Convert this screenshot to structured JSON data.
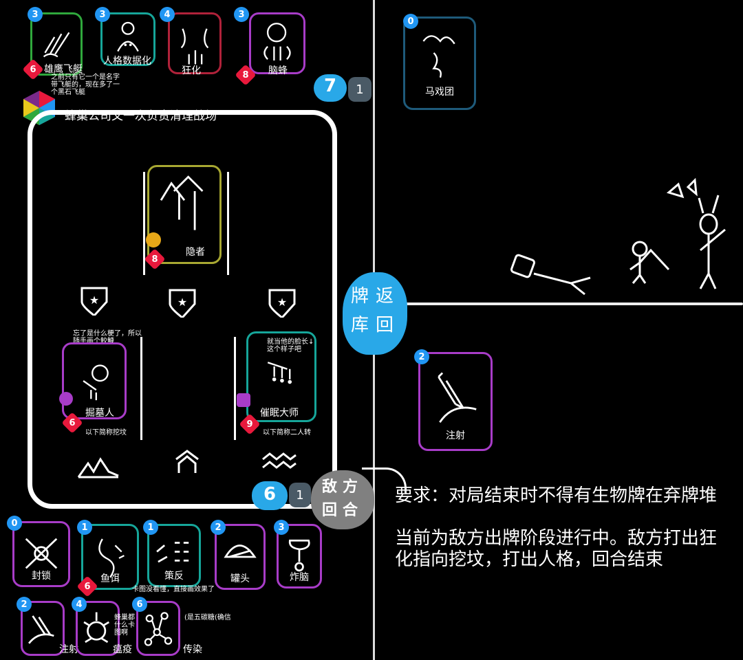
{
  "hand_top": [
    {
      "cost": "3",
      "label": "雄鹰飞艇",
      "color": "#2fa83c",
      "power": "6"
    },
    {
      "cost": "3",
      "label": "人格数据化",
      "color": "#16a69a"
    },
    {
      "cost": "4",
      "label": "狂化",
      "color": "#b0223a"
    },
    {
      "cost": "3",
      "label": "脑蜂",
      "color": "#a83cc8",
      "power": "8"
    }
  ],
  "airship_note": "之前只有它一个是名字带飞艇的，现在多了一个黑石飞艇",
  "company_title": "蜂巢公司又一次负责清理战场",
  "top_counters": {
    "left": "7",
    "right": "1"
  },
  "circus_card": {
    "cost": "0",
    "label": "马戏团",
    "color": "#1e5a7a"
  },
  "hermit": {
    "label": "隐者",
    "power": "8",
    "color": "#a8a832"
  },
  "gravedigger": {
    "label": "掘墓人",
    "power": "6",
    "note_top": "忘了是什么梗了，所以随手画个鲛鱇",
    "note_bottom": "以下简称挖坟",
    "color": "#a83cc8"
  },
  "hypnotist": {
    "label": "催眠大师",
    "power": "9",
    "note_top": "就当他的脸长↓这个样子吧",
    "note_bottom": "以下简称二人转",
    "color": "#16a69a"
  },
  "return_deck": "牌返库回",
  "inject_card": {
    "cost": "2",
    "label": "注射",
    "color": "#a83cc8"
  },
  "bottom_counters": {
    "left": "6",
    "right": "1"
  },
  "enemy_turn": "敌方回合",
  "requirement_text": "要求：对局结束时不得有生物牌在弃牌堆",
  "status_text": "当前为敌方出牌阶段进行中。敌方打出狂化指向挖坟，打出人格，回合结束",
  "hand_bottom_row1": [
    {
      "cost": "0",
      "label": "封锁",
      "color": "#a83cc8"
    },
    {
      "cost": "1",
      "label": "鱼饵",
      "color": "#16a69a",
      "power": "6"
    },
    {
      "cost": "1",
      "label": "策反",
      "color": "#16a69a"
    },
    {
      "cost": "2",
      "label": "罐头",
      "color": "#a83cc8"
    },
    {
      "cost": "3",
      "label": "炸脑",
      "color": "#a83cc8"
    }
  ],
  "strategy_note": "卡图没看懂，直接画效果了",
  "hand_bottom_row2": [
    {
      "cost": "2",
      "label": "注射",
      "color": "#a83cc8"
    },
    {
      "cost": "4",
      "label": "瘟疫",
      "color": "#a83cc8"
    },
    {
      "cost": "6",
      "label": "传染",
      "color": "#a83cc8"
    }
  ],
  "plague_note": "蜂巢都什么卡图啊",
  "contagion_note": "(是五碳糖(确信"
}
